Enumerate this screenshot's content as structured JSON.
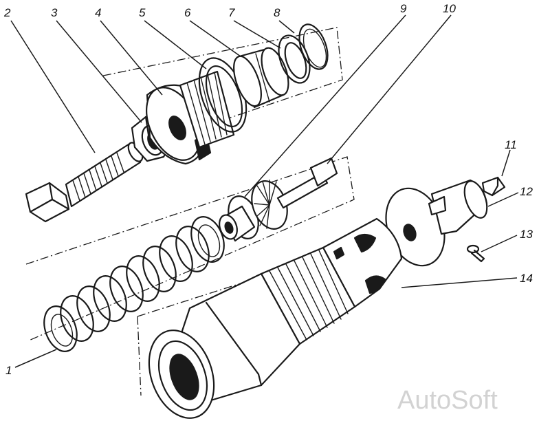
{
  "labels": {
    "l1": "1",
    "l2": "2",
    "l3": "3",
    "l4": "4",
    "l5": "5",
    "l6": "6",
    "l7": "7",
    "l8": "8",
    "l9": "9",
    "l10": "10",
    "l11": "11",
    "l12": "12",
    "l13": "13",
    "l14": "14"
  },
  "watermark": "AutoSoft"
}
